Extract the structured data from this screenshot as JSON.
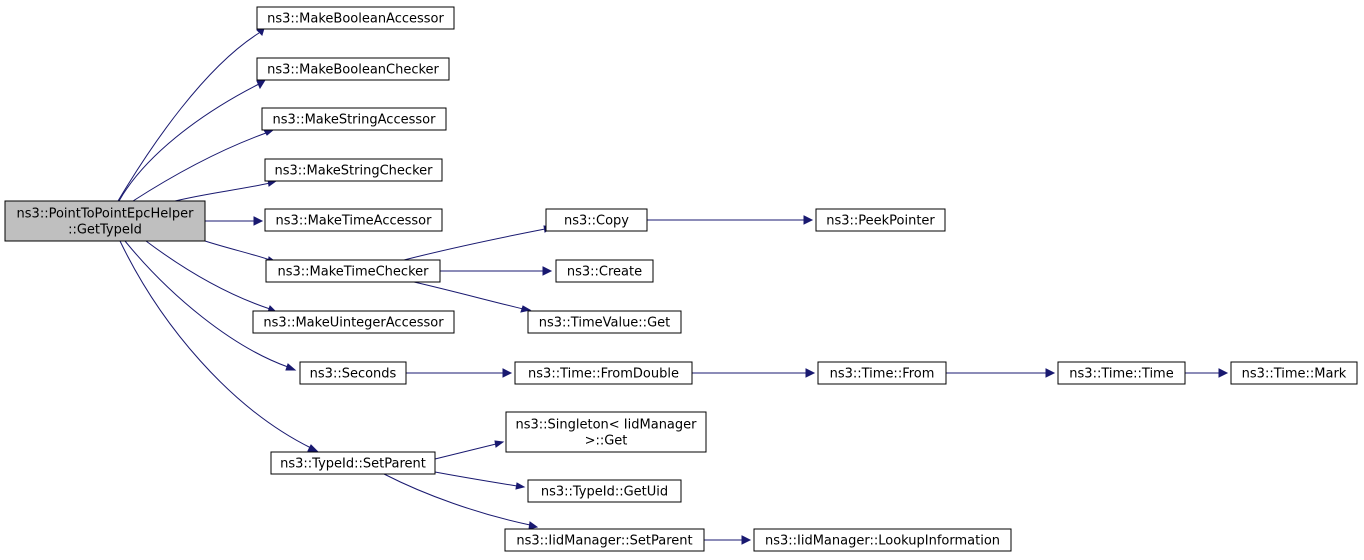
{
  "graph": {
    "colors": {
      "edge": "#191970",
      "root_fill": "#bfbfbf",
      "node_fill": "#ffffff",
      "border": "#000000"
    },
    "nodes": {
      "root": [
        "ns3::PointToPointEpcHelper",
        "::GetTypeId"
      ],
      "make_boolean_accessor": [
        "ns3::MakeBooleanAccessor"
      ],
      "make_boolean_checker": [
        "ns3::MakeBooleanChecker"
      ],
      "make_string_accessor": [
        "ns3::MakeStringAccessor"
      ],
      "make_string_checker": [
        "ns3::MakeStringChecker"
      ],
      "make_time_accessor": [
        "ns3::MakeTimeAccessor"
      ],
      "make_time_checker": [
        "ns3::MakeTimeChecker"
      ],
      "make_uinteger_accessor": [
        "ns3::MakeUintegerAccessor"
      ],
      "seconds": [
        "ns3::Seconds"
      ],
      "typeid_setparent": [
        "ns3::TypeId::SetParent"
      ],
      "copy": [
        "ns3::Copy"
      ],
      "create": [
        "ns3::Create"
      ],
      "timevalue_get": [
        "ns3::TimeValue::Get"
      ],
      "peek_pointer": [
        "ns3::PeekPointer"
      ],
      "time_fromdouble": [
        "ns3::Time::FromDouble"
      ],
      "time_from": [
        "ns3::Time::From"
      ],
      "time_time": [
        "ns3::Time::Time"
      ],
      "time_mark": [
        "ns3::Time::Mark"
      ],
      "singleton_get": [
        "ns3::Singleton< IidManager",
        ">::Get"
      ],
      "typeid_getuid": [
        "ns3::TypeId::GetUid"
      ],
      "iidmanager_setparent": [
        "ns3::IidManager::SetParent"
      ],
      "iidmanager_lookup": [
        "ns3::IidManager::LookupInformation"
      ]
    },
    "edges": [
      [
        "root",
        "make_boolean_accessor"
      ],
      [
        "root",
        "make_boolean_checker"
      ],
      [
        "root",
        "make_string_accessor"
      ],
      [
        "root",
        "make_string_checker"
      ],
      [
        "root",
        "make_time_accessor"
      ],
      [
        "root",
        "make_time_checker"
      ],
      [
        "root",
        "make_uinteger_accessor"
      ],
      [
        "root",
        "seconds"
      ],
      [
        "root",
        "typeid_setparent"
      ],
      [
        "make_time_checker",
        "copy"
      ],
      [
        "make_time_checker",
        "create"
      ],
      [
        "make_time_checker",
        "timevalue_get"
      ],
      [
        "copy",
        "peek_pointer"
      ],
      [
        "seconds",
        "time_fromdouble"
      ],
      [
        "time_fromdouble",
        "time_from"
      ],
      [
        "time_from",
        "time_time"
      ],
      [
        "time_time",
        "time_mark"
      ],
      [
        "typeid_setparent",
        "singleton_get"
      ],
      [
        "typeid_setparent",
        "typeid_getuid"
      ],
      [
        "typeid_setparent",
        "iidmanager_setparent"
      ],
      [
        "iidmanager_setparent",
        "iidmanager_lookup"
      ]
    ]
  }
}
